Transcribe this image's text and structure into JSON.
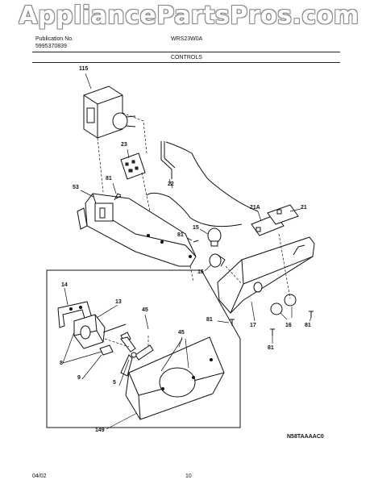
{
  "watermark": "AppliancePartsPros.com",
  "header": {
    "publication_label": "Publication No.",
    "publication_number": "5995370839",
    "model": "WRS23W0A",
    "section": "CONTROLS"
  },
  "parts": [
    {
      "key": "p115",
      "number": "115"
    },
    {
      "key": "p23",
      "number": "23"
    },
    {
      "key": "p81a",
      "number": "81"
    },
    {
      "key": "p53",
      "number": "53"
    },
    {
      "key": "p22",
      "number": "22"
    },
    {
      "key": "p21A",
      "number": "21A"
    },
    {
      "key": "p21",
      "number": "21"
    },
    {
      "key": "p15",
      "number": "15"
    },
    {
      "key": "p81b",
      "number": "81"
    },
    {
      "key": "p16a",
      "number": "16"
    },
    {
      "key": "p14",
      "number": "14"
    },
    {
      "key": "p13",
      "number": "13"
    },
    {
      "key": "p45a",
      "number": "45"
    },
    {
      "key": "p81c",
      "number": "81"
    },
    {
      "key": "p17",
      "number": "17"
    },
    {
      "key": "p16b",
      "number": "16"
    },
    {
      "key": "p81d",
      "number": "81"
    },
    {
      "key": "p81e",
      "number": "81"
    },
    {
      "key": "p45b",
      "number": "45"
    },
    {
      "key": "p8",
      "number": "8"
    },
    {
      "key": "p9",
      "number": "9"
    },
    {
      "key": "p5",
      "number": "5"
    },
    {
      "key": "p149",
      "number": "149"
    }
  ],
  "diagram_code": "N58TAAAAC0",
  "footer": {
    "date": "04/02",
    "page": "10"
  }
}
